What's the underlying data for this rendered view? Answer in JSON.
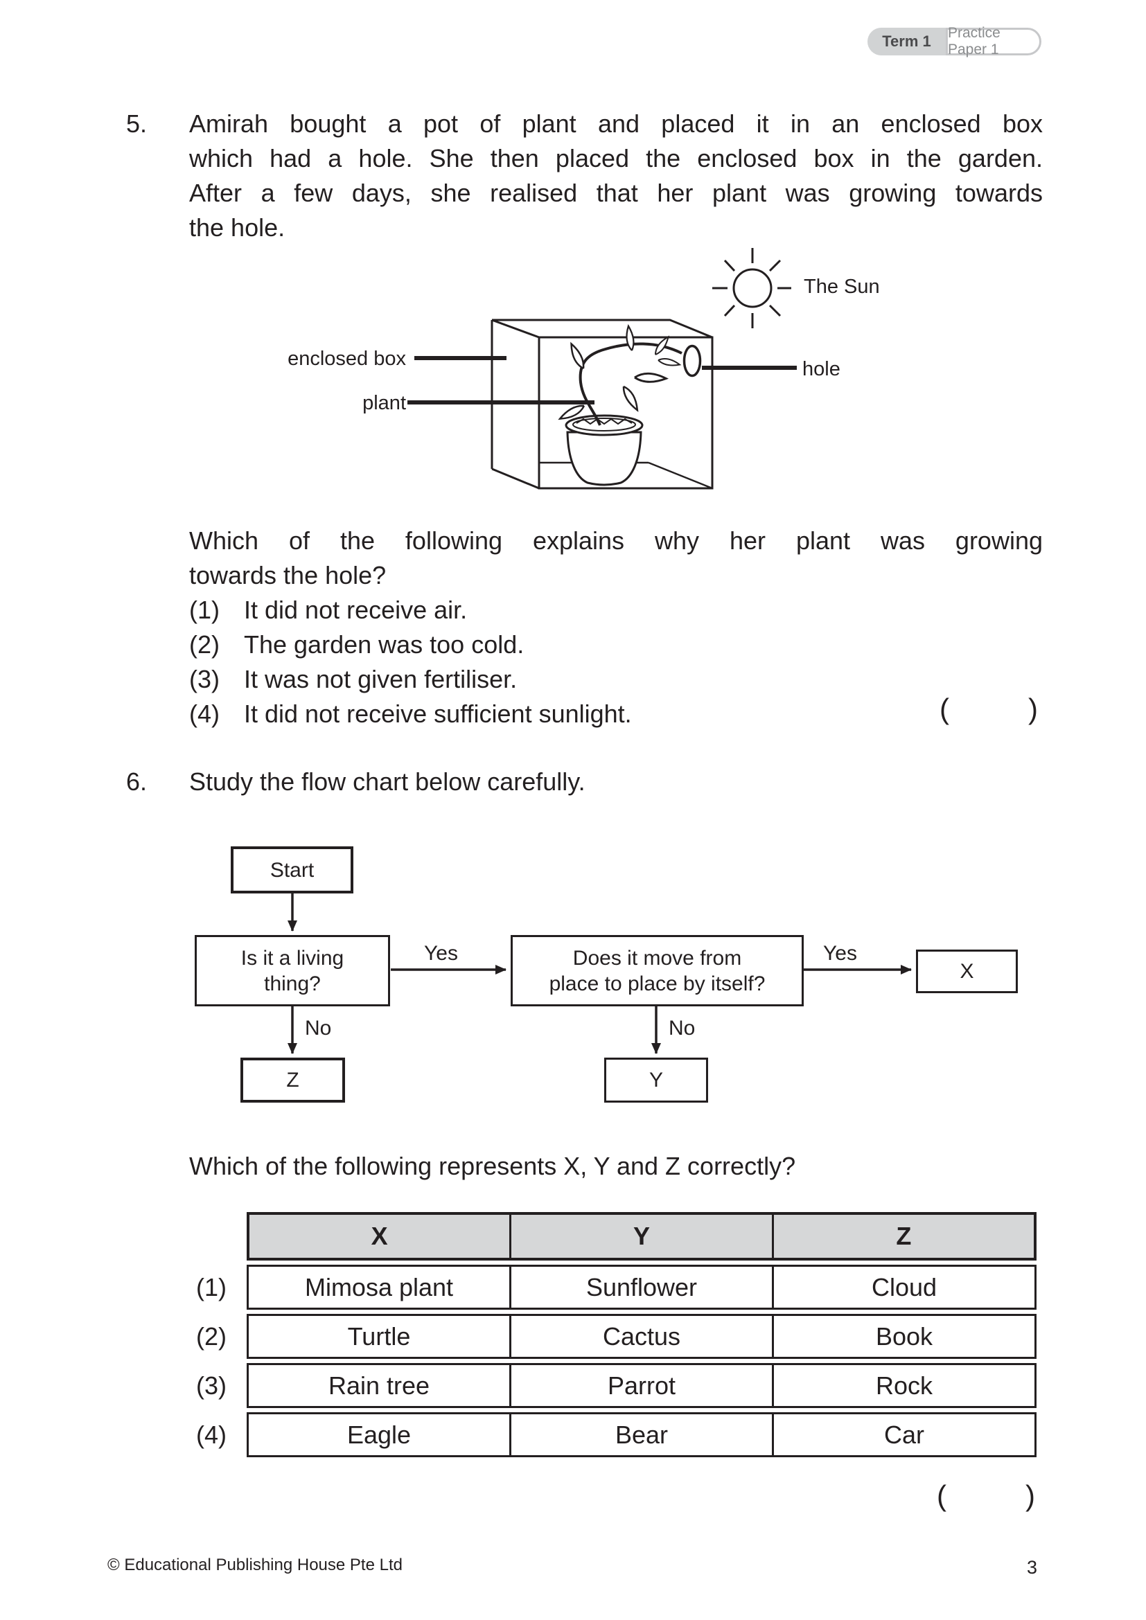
{
  "colors": {
    "ink": "#231f20",
    "table_header_gray": "#d6d7d8",
    "badge_gray": "#d1d3d4",
    "badge_border": "#c7c8ca"
  },
  "page": {
    "badge": {
      "term": "Term 1",
      "paper": "Practice Paper 1"
    },
    "footer": {
      "copyright": "© Educational Publishing House Pte Ltd",
      "page_number": "3"
    }
  },
  "q5": {
    "number": "5.",
    "paragraph_lines": [
      "Amirah bought a pot of plant and placed it in an enclosed box",
      "which had a hole. She then placed the enclosed box in the garden.",
      "After a few days, she realised that her plant was growing towards",
      "the hole."
    ],
    "diagram": {
      "sun_label": "The Sun",
      "enclosed_box_label": "enclosed box",
      "plant_label": "plant",
      "hole_label": "hole"
    },
    "question_lines": [
      "Which of the following explains why her plant was growing",
      "towards the hole?"
    ],
    "options": [
      {
        "label": "(1)",
        "text": "It did not receive air."
      },
      {
        "label": "(2)",
        "text": "The garden was too cold."
      },
      {
        "label": "(3)",
        "text": "It was not given fertiliser."
      },
      {
        "label": "(4)",
        "text": "It did not receive sufficient sunlight."
      }
    ],
    "answer": {
      "open": "(",
      "close": ")"
    }
  },
  "q6": {
    "number": "6.",
    "intro": "Study the flow chart below carefully.",
    "flowchart": {
      "start": "Start",
      "decision1": {
        "lines": [
          "Is it a living",
          "thing?"
        ]
      },
      "decision2": {
        "lines": [
          "Does it move from",
          "place to place by itself?"
        ]
      },
      "yes1": "Yes",
      "yes2": "Yes",
      "no1": "No",
      "no2": "No",
      "x_label": "X",
      "y_label": "Y",
      "z_label": "Z"
    },
    "question": "Which of the following represents X, Y and Z correctly?",
    "table": {
      "headers": [
        "X",
        "Y",
        "Z"
      ],
      "rows": [
        {
          "label": "(1)",
          "cells": [
            "Mimosa plant",
            "Sunflower",
            "Cloud"
          ]
        },
        {
          "label": "(2)",
          "cells": [
            "Turtle",
            "Cactus",
            "Book"
          ]
        },
        {
          "label": "(3)",
          "cells": [
            "Rain tree",
            "Parrot",
            "Rock"
          ]
        },
        {
          "label": "(4)",
          "cells": [
            "Eagle",
            "Bear",
            "Car"
          ]
        }
      ]
    },
    "answer": {
      "open": "(",
      "close": ")"
    }
  }
}
